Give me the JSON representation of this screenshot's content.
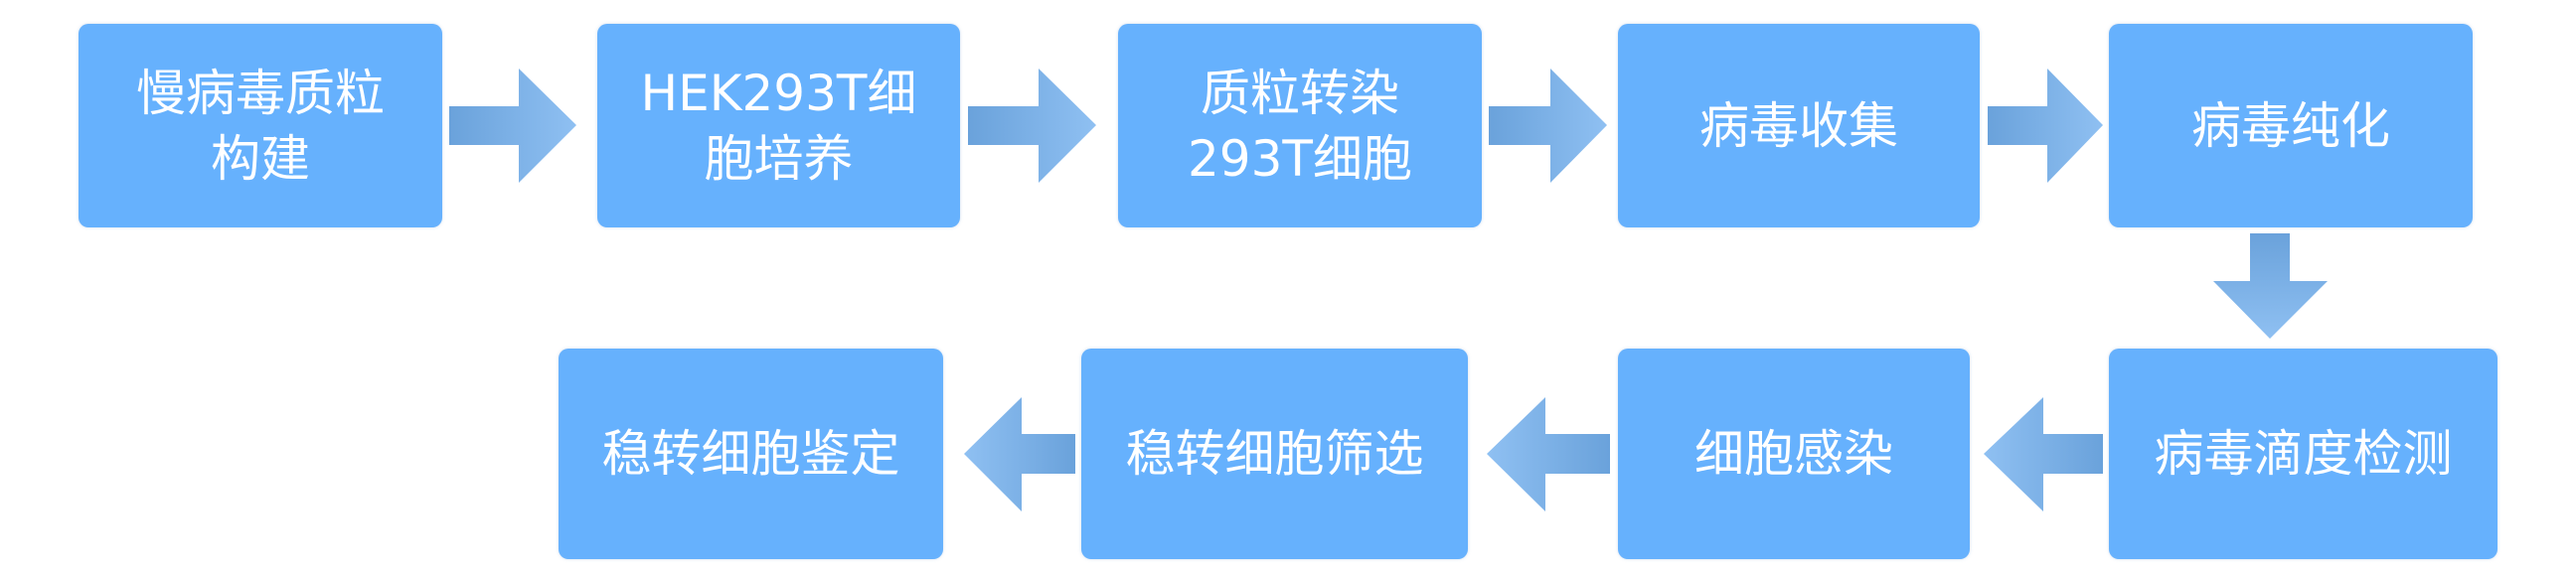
{
  "colors": {
    "box": "#66b1fd",
    "arrow_dark": "#6aa2db",
    "arrow_light": "#8fc0f2",
    "text": "#ffffff"
  },
  "steps": [
    {
      "lines": [
        "慢病毒质粒",
        "构建"
      ]
    },
    {
      "lines": [
        "HEK293T细",
        "胞培养"
      ]
    },
    {
      "lines": [
        "质粒转染",
        "293T细胞"
      ]
    },
    {
      "lines": [
        "病毒收集"
      ]
    },
    {
      "lines": [
        "病毒纯化"
      ]
    },
    {
      "lines": [
        "病毒滴度检测"
      ]
    },
    {
      "lines": [
        "细胞感染"
      ]
    },
    {
      "lines": [
        "稳转细胞筛选"
      ]
    },
    {
      "lines": [
        "稳转细胞鉴定"
      ]
    }
  ]
}
